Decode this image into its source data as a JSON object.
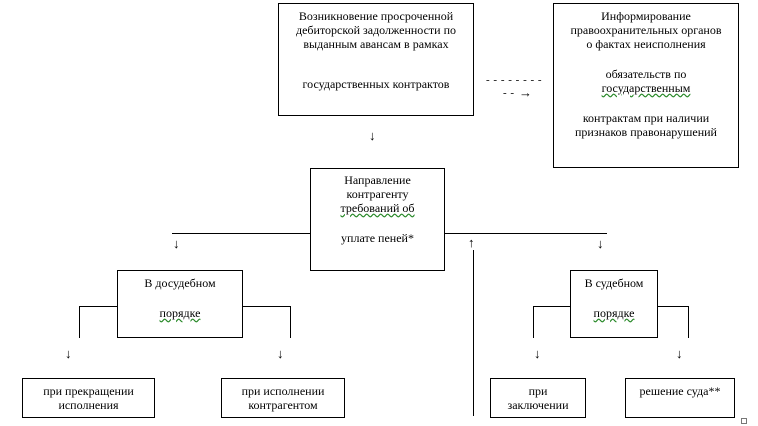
{
  "boxes": {
    "origin": {
      "lines": [
        "Возникновение просроченной",
        "дебиторской задолженности по",
        "выданным авансам в рамках",
        "государственных контрактов"
      ]
    },
    "inform": {
      "lines": [
        "Информирование",
        "правоохранительных органов",
        "о фактах неисполнения",
        "обязательств по",
        "государственным",
        "контрактам при наличии",
        "признаков правонарушений"
      ]
    },
    "direction": {
      "lines": [
        "Направление",
        "контрагенту",
        "требований об",
        "уплате пеней*"
      ]
    },
    "pretrial": {
      "lines": [
        "В досудебном",
        "порядке"
      ]
    },
    "judicial": {
      "lines": [
        "В судебном",
        "порядке"
      ]
    },
    "termination": {
      "lines": [
        "при прекращении",
        "исполнения"
      ]
    },
    "performance": {
      "lines": [
        "при исполнении",
        "контрагентом"
      ]
    },
    "conclusion": {
      "lines": [
        "при",
        "заключении"
      ]
    },
    "court": {
      "lines": [
        "решение суда**"
      ]
    }
  },
  "arrows": {
    "down": "↓",
    "up": "↑",
    "right": "→",
    "dashes": "- - - - - - - -",
    "dash_tail": "- -"
  }
}
